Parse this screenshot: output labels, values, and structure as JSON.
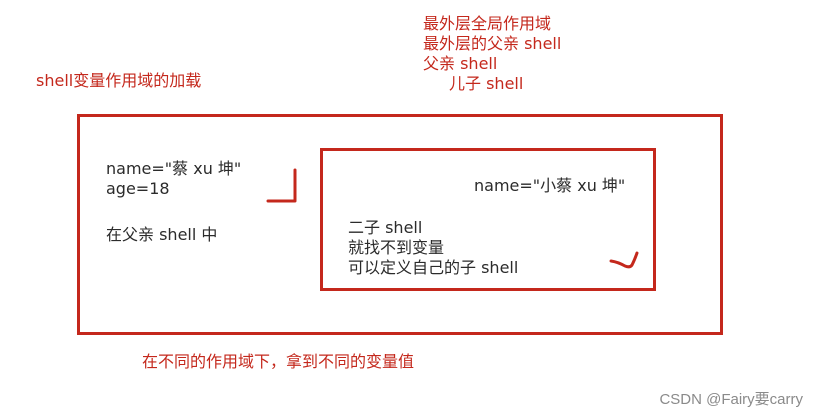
{
  "title": "shell变量作用域的加载",
  "legend": {
    "line1": "最外层全局作用域",
    "line2": "最外层的父亲 shell",
    "line3": "父亲 shell",
    "line4": "儿子 shell"
  },
  "outer_box": {
    "var1": "name=\"蔡 xu 坤\"",
    "var2": "age=18",
    "note": "在父亲 shell 中"
  },
  "inner_box": {
    "var1": "name=\"小蔡 xu 坤\"",
    "note1": "二子 shell",
    "note2": "就找不到变量",
    "note3": "可以定义自己的子 shell"
  },
  "caption": "在不同的作用域下，拿到不同的变量值",
  "watermark": "CSDN @Fairy要carry",
  "colors": {
    "ink": "#c4281c",
    "background": "#ffffff",
    "watermark": "#8a8a8a"
  }
}
